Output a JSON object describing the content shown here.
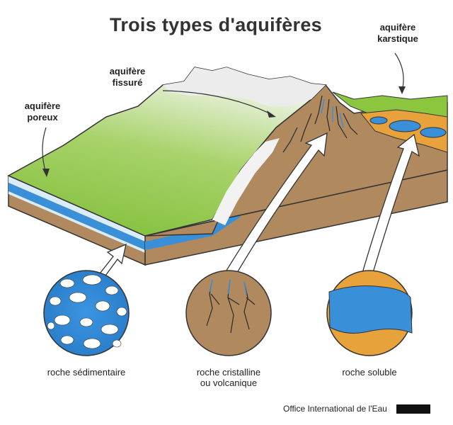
{
  "title": "Trois types d'aquifères",
  "callouts": {
    "poreux": "aquifère\nporeux",
    "fissure": "aquifère\nfissuré",
    "karstique": "aquifère\nkarstique"
  },
  "captions": {
    "sedimentaire": "roche sédimentaire",
    "cristalline_line1": "roche cristalline",
    "cristalline_line2": "ou volcanique",
    "soluble": "roche soluble"
  },
  "credit": "Office International de l'Eau",
  "colors": {
    "grass": "#8cc63f",
    "rock": "#b08a5e",
    "water": "#3a8fd9",
    "karst_orange": "#e8a23c",
    "snow": "#e6e6e6",
    "outline": "#333333"
  }
}
